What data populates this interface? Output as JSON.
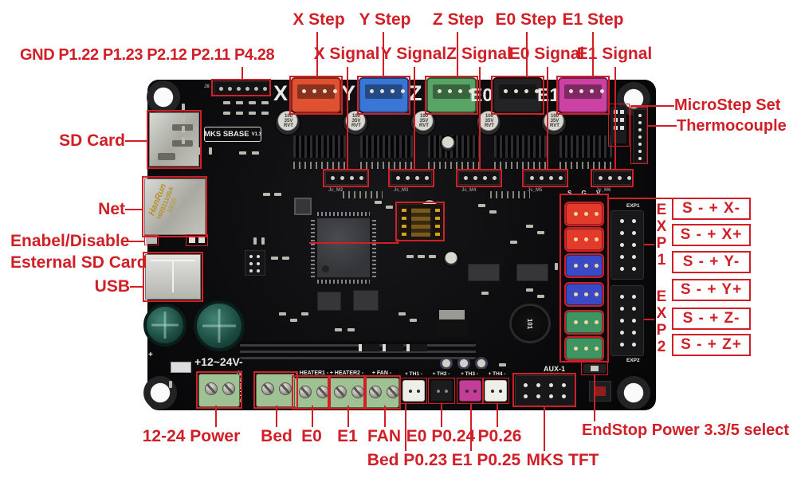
{
  "colors": {
    "red": "#d01f27",
    "board": "#0b0b0d",
    "x_conn": "#df5130",
    "y_conn": "#3a76d6",
    "z_conn": "#57a465",
    "e0_conn": "#232325",
    "e1_conn": "#cb42a2",
    "endstop_red": "#e23b2b",
    "endstop_blue": "#3a49c4",
    "endstop_green": "#3f9464",
    "terminal_green": "#9fc193",
    "th_magenta": "#c23e97"
  },
  "annotations": {
    "gnd": "GND P1.22 P1.23 P2.12 P2.11 P4.28",
    "steps": [
      "X Step",
      "Y Step",
      "Z Step",
      "E0 Step",
      "E1 Step"
    ],
    "signals": [
      "X Signal",
      "Y Signal",
      "Z Signal",
      "E0 Signal",
      "E1 Signal"
    ],
    "left": {
      "sd_card": "SD Card",
      "net": "Net",
      "enable1": "Enabel/Disable",
      "enable2": "Esternal SD Card",
      "usb": "USB"
    },
    "right": {
      "microstep": "MicroStep Set",
      "thermocouple": "Thermocouple",
      "exp1_letters": [
        "E",
        "X",
        "P",
        "1"
      ],
      "exp2_letters": [
        "E",
        "X",
        "P",
        "2"
      ],
      "endstop_pins": [
        "S - + X-",
        "S - + X+",
        "S - + Y-",
        "S - + Y+",
        "S - + Z-",
        "S - + Z+"
      ]
    },
    "bottom": {
      "power": "12-24 Power",
      "bed": "Bed",
      "e0": "E0",
      "e1": "E1",
      "fan": "FAN",
      "e0_pin": "E0 P0.24",
      "p026": "P0.26",
      "bed_pin": "Bed P0.23",
      "e1_pin": "E1 P0.25",
      "mks_tft": "MKS TFT",
      "endstop_power": "EndStop Power 3.3/5 select"
    }
  },
  "board": {
    "title": "MKS SBASE",
    "version": "V1.3",
    "driver_labels": [
      "X",
      "Y",
      "Z",
      "E0",
      "E1"
    ],
    "cap_text": "100 35V RVT",
    "signal_refs": [
      "Jc_M2",
      "Jc_M3",
      "Jc_M4",
      "Jc_M5",
      "Jc_M6"
    ],
    "gnd_ref": "J8",
    "eth": {
      "brand": "HanRun",
      "model": "HR911105A",
      "code": "16/35"
    },
    "sgv": "S G V",
    "exp1": "EXP1",
    "exp2": "EXP2",
    "aux": "AUX-1",
    "power_text": "+12~24V-",
    "power_vert": "POWER",
    "heater_labels": [
      "+ HEATER1 -",
      "+ HEATER2 -",
      "+ FAN -"
    ],
    "th_labels": [
      "+ TH1 -",
      "+ TH2 -",
      "+ TH3 -",
      "+ TH4 -"
    ],
    "inductor": "101"
  }
}
